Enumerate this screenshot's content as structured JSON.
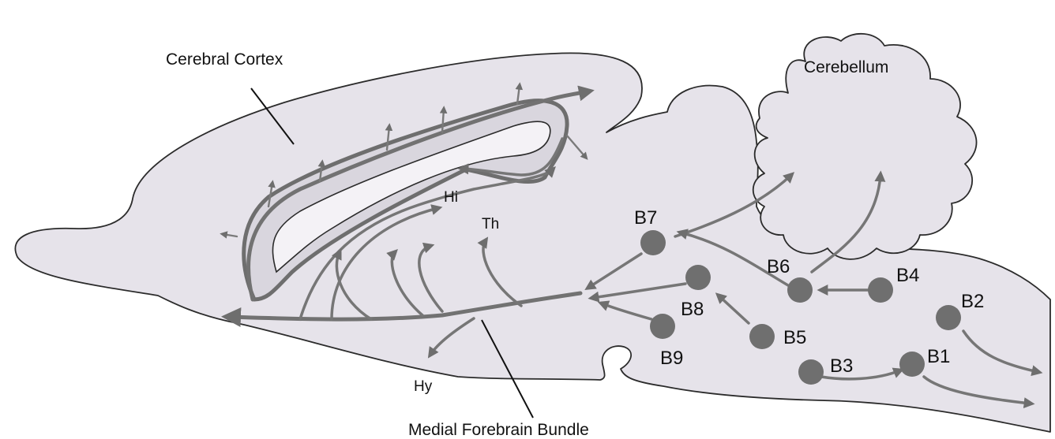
{
  "labels": {
    "cerebral_cortex": "Cerebral Cortex",
    "cerebellum": "Cerebellum",
    "medial_forebrain_bundle": "Medial Forebrain Bundle",
    "hippocampus": "Hi",
    "thalamus": "Th",
    "hypothalamus": "Hy"
  },
  "nuclei": {
    "b1": "B1",
    "b2": "B2",
    "b3": "B3",
    "b4": "B4",
    "b5": "B5",
    "b6": "B6",
    "b7": "B7",
    "b8": "B8",
    "b9": "B9"
  },
  "colors": {
    "brain_fill": "#e6e3ea",
    "pathway": "#727272",
    "nucleus": "#6f6f6f",
    "outline": "#2b2b2b"
  }
}
